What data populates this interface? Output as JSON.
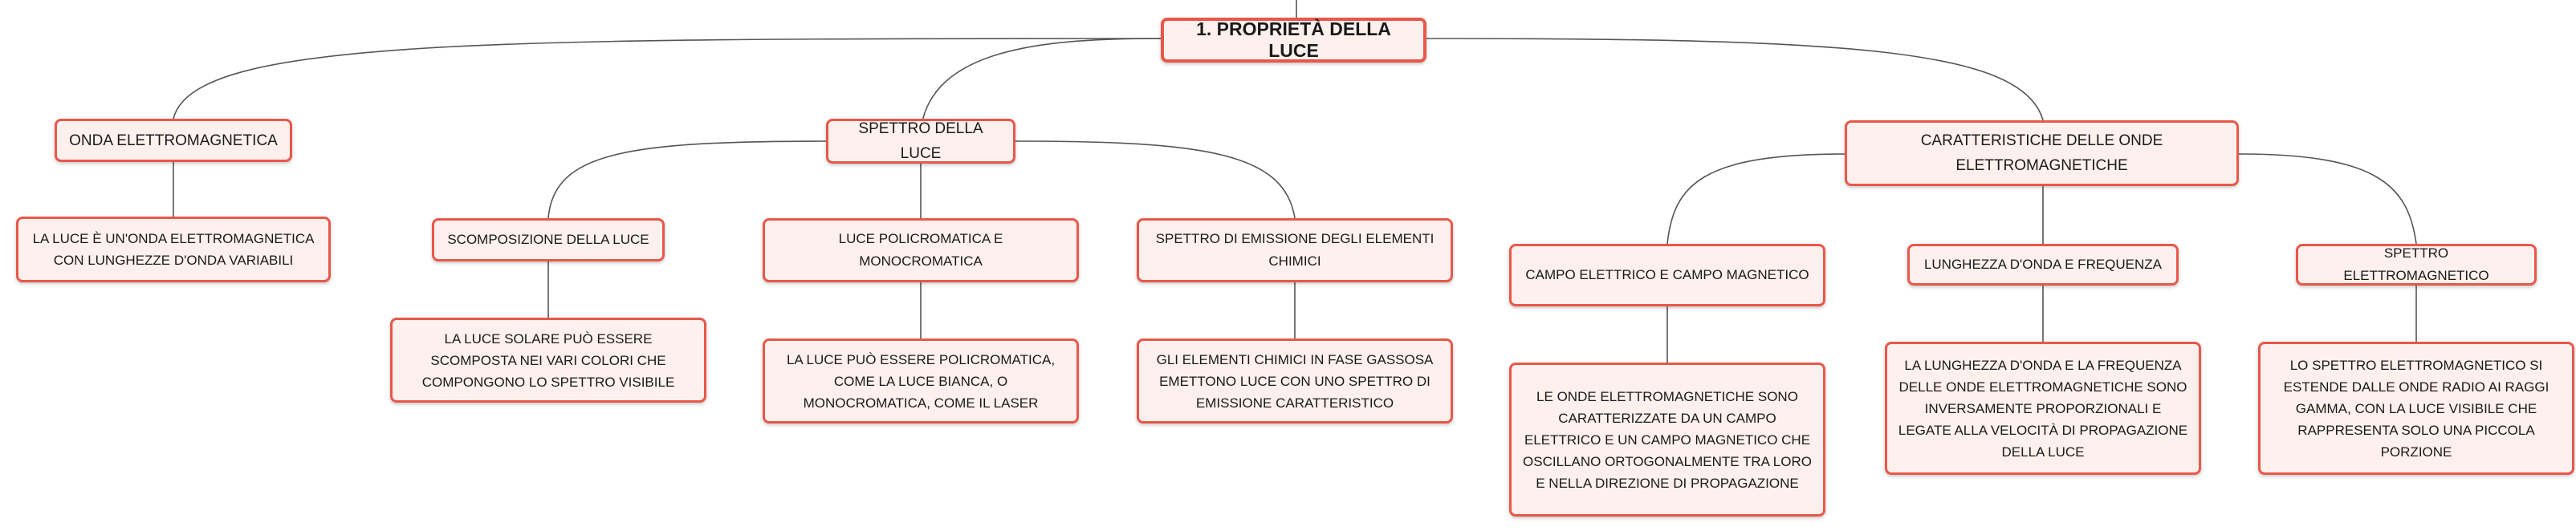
{
  "root": {
    "label": "1. PROPRIETÀ DELLA LUCE"
  },
  "onda": {
    "label": "ONDA ELETTROMAGNETICA",
    "leaf": "LA LUCE È UN'ONDA ELETTROMAGNETICA CON LUNGHEZZE D'ONDA VARIABILI"
  },
  "spettro": {
    "label": "SPETTRO DELLA LUCE",
    "scomposizione": {
      "label": "SCOMPOSIZIONE DELLA LUCE",
      "leaf": "LA LUCE SOLARE PUÒ ESSERE SCOMPOSTA NEI VARI COLORI CHE COMPONGONO LO SPETTRO VISIBILE"
    },
    "policromatica": {
      "label": "LUCE POLICROMATICA E MONOCROMATICA",
      "leaf": "LA LUCE PUÒ ESSERE POLICROMATICA, COME LA LUCE BIANCA, O MONOCROMATICA, COME IL LASER"
    },
    "emissione": {
      "label": "SPETTRO DI EMISSIONE DEGLI ELEMENTI CHIMICI",
      "leaf": "GLI ELEMENTI CHIMICI IN FASE GASSOSA EMETTONO LUCE CON UNO SPETTRO DI EMISSIONE CARATTERISTICO"
    }
  },
  "caratteristiche": {
    "label": "CARATTERISTICHE DELLE ONDE ELETTROMAGNETICHE",
    "campo": {
      "label": "CAMPO ELETTRICO E CAMPO MAGNETICO",
      "leaf": "LE ONDE ELETTROMAGNETICHE SONO CARATTERIZZATE DA UN CAMPO ELETTRICO E UN CAMPO MAGNETICO CHE OSCILLANO ORTOGONALMENTE TRA LORO E NELLA DIREZIONE DI PROPAGAZIONE"
    },
    "lunghezza": {
      "label": "LUNGHEZZA D'ONDA E FREQUENZA",
      "leaf": "LA LUNGHEZZA D'ONDA E LA FREQUENZA DELLE ONDE ELETTROMAGNETICHE SONO INVERSAMENTE PROPORZIONALI E LEGATE ALLA VELOCITÀ DI PROPAGAZIONE DELLA LUCE"
    },
    "spettro_em": {
      "label": "SPETTRO ELETTROMAGNETICO",
      "leaf": "LO SPETTRO ELETTROMAGNETICO SI ESTENDE DALLE ONDE RADIO AI RAGGI GAMMA, CON LA LUCE VISIBILE CHE RAPPRESENTA SOLO UNA PICCOLA PORZIONE"
    }
  },
  "colors": {
    "border": "#e8584a",
    "fill": "#fdf0ed",
    "connector": "#555555"
  }
}
